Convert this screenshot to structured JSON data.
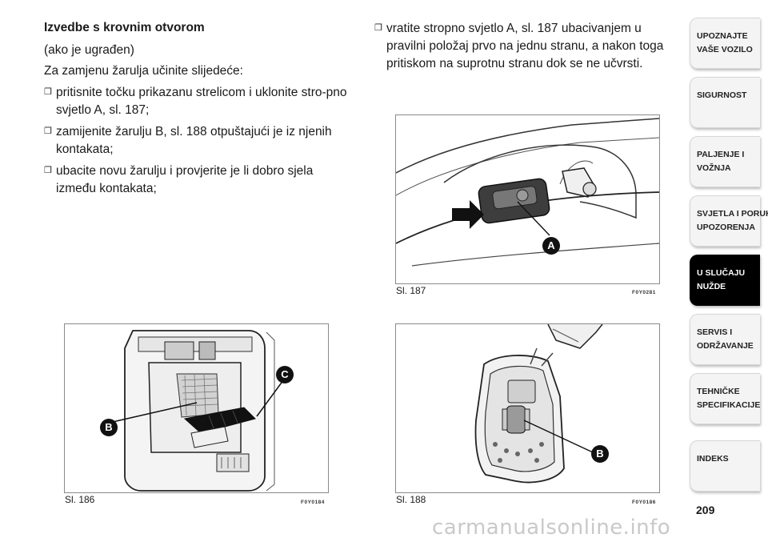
{
  "left": {
    "heading": "Izvedbe s krovnim otvorom",
    "paragraphs": [
      "(ako je ugrađen)",
      "Za zamjenu žarulja učinite slijedeće:"
    ],
    "bullets": [
      "pritisnite točku prikazanu strelicom i uklonite stro-pno svjetlo A, sl. 187;",
      "zamijenite žarulju B, sl. 188 otpuštajući je iz njenih kontakata;",
      "ubacite novu žarulju i provjerite je li dobro sjela između kontakata;"
    ]
  },
  "right": {
    "bullets": [
      "vratite stropno svjetlo A, sl. 187 ubacivanjem u pravilni položaj prvo na jednu stranu, a nakon toga pritiskom na suprotnu stranu dok se ne učvrsti."
    ]
  },
  "bullet_glyph": "❒",
  "figures": {
    "fig186": {
      "caption": "Sl. 186",
      "code": "F0Y0184",
      "labels": [
        "B",
        "C"
      ]
    },
    "fig187": {
      "caption": "Sl. 187",
      "code": "F0Y0281",
      "labels": [
        "A"
      ]
    },
    "fig188": {
      "caption": "Sl. 188",
      "code": "F0Y0186",
      "labels": [
        "B"
      ]
    }
  },
  "tabs": [
    {
      "line1": "UPOZNAJTE",
      "line2": "VAŠE VOZILO",
      "active": false
    },
    {
      "line1": "SIGURNOST",
      "line2": "",
      "active": false
    },
    {
      "line1": "PALJENJE I",
      "line2": "VOŽNJA",
      "active": false
    },
    {
      "line1": "SVJETLA I PORUKE",
      "line2": "UPOZORENJA",
      "active": false
    },
    {
      "line1": "U SLUČAJU",
      "line2": "NUŽDE",
      "active": true
    },
    {
      "line1": "SERVIS I",
      "line2": "ODRŽAVANJE",
      "active": false
    },
    {
      "line1": "TEHNIČKE",
      "line2": "SPECIFIKACIJE",
      "active": false
    },
    {
      "line1": "INDEKS",
      "line2": "",
      "active": false
    }
  ],
  "page_number": "209",
  "watermark": "carmanualsonline.info",
  "colors": {
    "active_tab": "#000000",
    "tab": "#f4f4f4",
    "callout": "#111111"
  }
}
